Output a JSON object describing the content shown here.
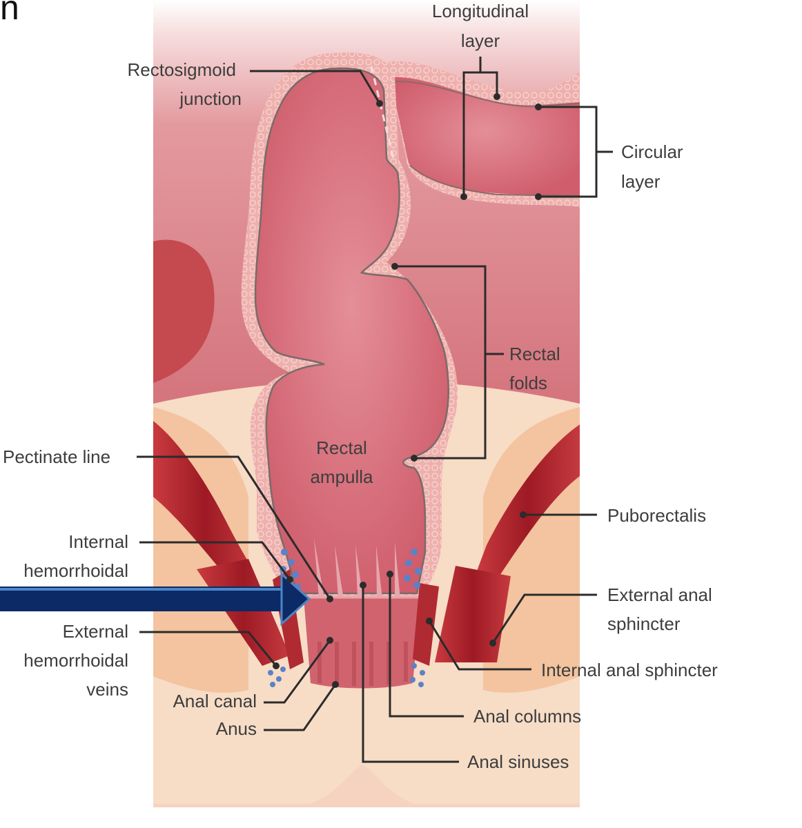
{
  "labels": {
    "corner_mark": "n",
    "longitudinal_1": "Longitudinal",
    "longitudinal_2": "layer",
    "rectosigmoid_1": "Rectosigmoid",
    "rectosigmoid_2": "junction",
    "circular_1": "Circular",
    "circular_2": "layer",
    "rectal_folds_1": "Rectal",
    "rectal_folds_2": "folds",
    "ampulla_1": "Rectal",
    "ampulla_2": "ampulla",
    "pectinate": "Pectinate line",
    "puborectalis": "Puborectalis",
    "internal_hem_1": "Internal",
    "internal_hem_2": "hemorrhoidal",
    "external_sph_1": "External anal",
    "external_sph_2": "sphincter",
    "external_hem_1": "External",
    "external_hem_2": "hemorrhoidal",
    "external_hem_3": "veins",
    "internal_sph": "Internal anal sphincter",
    "anal_canal": "Anal canal",
    "anal_columns": "Anal columns",
    "anus": "Anus",
    "anal_sinuses": "Anal sinuses"
  },
  "colors": {
    "rectum_inner": "#d9707a",
    "rectum_wall": "#e9a2a0",
    "background_tissue": "#f3c7ae",
    "muscle": "#b8282f",
    "vein": "#5b82c7",
    "arrow": "#0b2a66"
  },
  "icons": {
    "pointer": "blue-arrow-icon"
  }
}
